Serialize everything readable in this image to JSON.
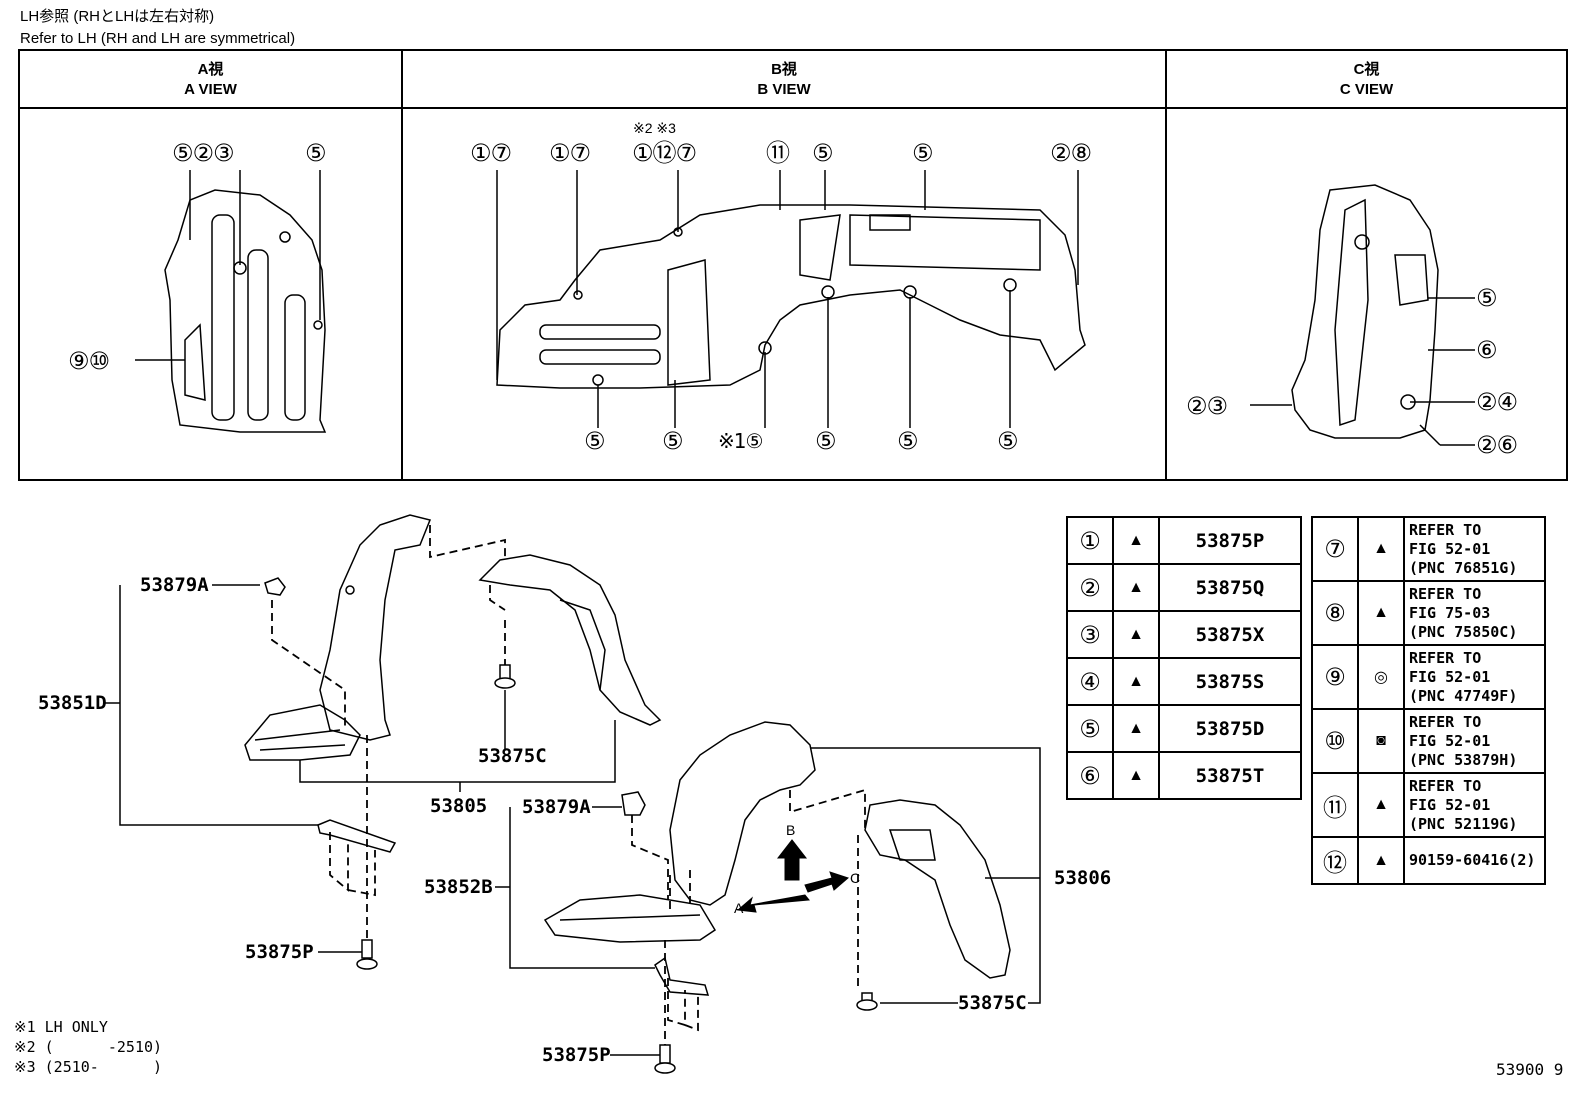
{
  "header": {
    "line1": "LH参照 (RHとLHは左右対称)",
    "line2": "Refer to LH (RH and LH are symmetrical)"
  },
  "views": [
    {
      "jp": "A視",
      "en": "A VIEW"
    },
    {
      "jp": "B視",
      "en": "B VIEW"
    },
    {
      "jp": "C視",
      "en": "C VIEW"
    }
  ],
  "a_view_labels": {
    "top_left": "⑤②③",
    "top_right": "⑤",
    "left": "⑨⑩"
  },
  "b_view_labels": {
    "notes_top": "※2 ※3",
    "top": [
      "①⑦",
      "①⑦",
      "①⑫⑦",
      "⑪",
      "⑤",
      "⑤",
      "②⑧"
    ],
    "bottom": [
      "⑤",
      "⑤",
      "※1⑤",
      "⑤",
      "⑤",
      "⑤"
    ]
  },
  "c_view_labels": {
    "r1": "⑤",
    "r2": "⑥",
    "r3": "②④",
    "r4": "②⑥",
    "left": "②③"
  },
  "part_numbers": {
    "p53879A_top": "53879A",
    "p53851D": "53851D",
    "p53875C_top": "53875C",
    "p53805": "53805",
    "p53879A_mid": "53879A",
    "p53852B": "53852B",
    "p53806": "53806",
    "p53875P_left": "53875P",
    "p53875C_bottom": "53875C",
    "p53875P_bottom": "53875P",
    "arrow_a": "A",
    "arrow_b": "B",
    "arrow_c": "C"
  },
  "parts_table_left": [
    {
      "num": "①",
      "code": "53875P"
    },
    {
      "num": "②",
      "code": "53875Q"
    },
    {
      "num": "③",
      "code": "53875X"
    },
    {
      "num": "④",
      "code": "53875S"
    },
    {
      "num": "⑤",
      "code": "53875D"
    },
    {
      "num": "⑥",
      "code": "53875T"
    }
  ],
  "parts_table_right": [
    {
      "num": "⑦",
      "text": "REFER TO\nFIG 52-01\n(PNC 76851G)"
    },
    {
      "num": "⑧",
      "text": "REFER TO\nFIG 75-03\n(PNC 75850C)"
    },
    {
      "num": "⑨",
      "text": "REFER TO\nFIG 52-01\n(PNC 47749F)"
    },
    {
      "num": "⑩",
      "text": "REFER TO\nFIG 52-01\n(PNC 53879H)"
    },
    {
      "num": "⑪",
      "text": "REFER TO\nFIG 52-01\n(PNC 52119G)"
    },
    {
      "num": "⑫",
      "text": "90159-60416(2)"
    }
  ],
  "footnotes": [
    "※1 LH ONLY",
    "※2 (      -2510)",
    "※3 (2510-      )"
  ],
  "figure_code": "53900 9"
}
